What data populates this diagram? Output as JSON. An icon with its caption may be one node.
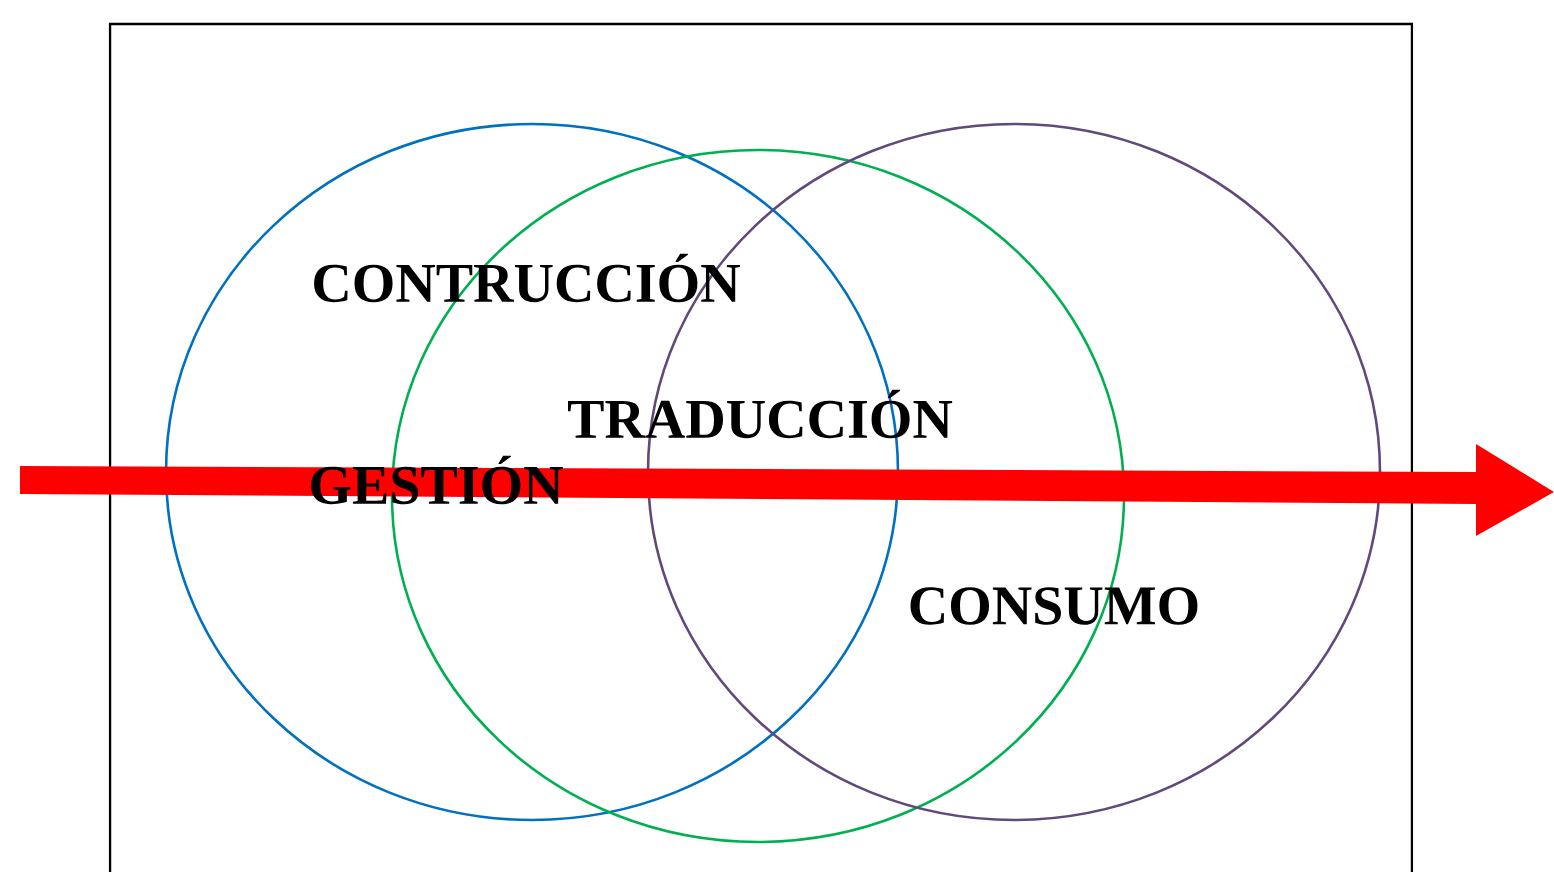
{
  "diagram": {
    "nodes": [
      {
        "text": [],
        "shape": "circle"
      },
      {
        "text": [],
        "shape": "circle"
      },
      {
        "text": [],
        "shape": "circle"
      }
    ],
    "labels": [
      "CONTRUCCIÓN",
      "TRADUCCIÓN",
      "GESTIÓN",
      "CONSUMO"
    ]
  }
}
